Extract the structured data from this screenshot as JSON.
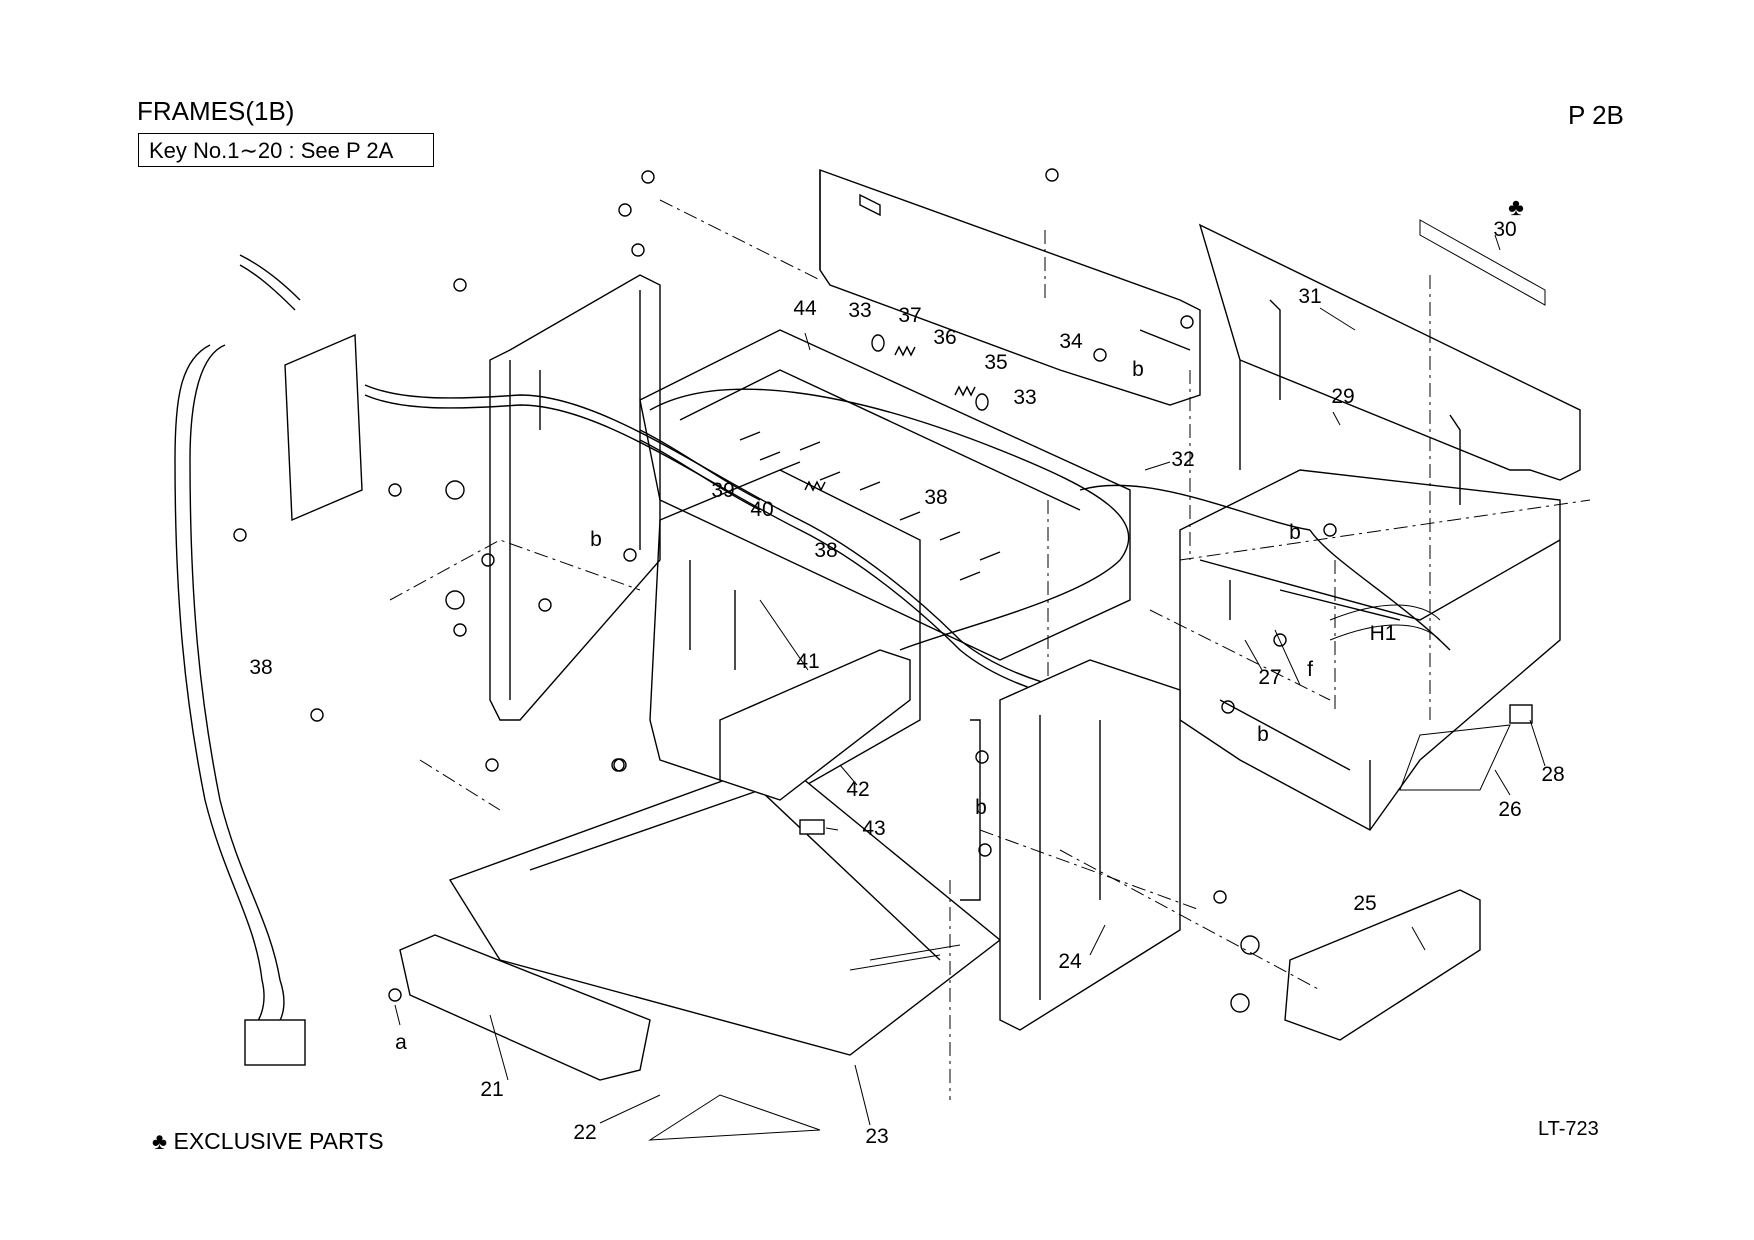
{
  "header": {
    "title": "FRAMES(1B)",
    "key_note": "Key No.1∼20 : See P 2A",
    "page_ref": "P 2B"
  },
  "footer": {
    "legend_symbol": "♣",
    "legend_text": "EXCLUSIVE PARTS",
    "doc_code": "LT-723"
  },
  "marker_symbol": "♣",
  "callouts": {
    "c21": "21",
    "c22": "22",
    "c23": "23",
    "c24": "24",
    "c25": "25",
    "c26": "26",
    "c27": "27",
    "c28": "28",
    "c29": "29",
    "c30": "30",
    "c31": "31",
    "c32": "32",
    "c33a": "33",
    "c33b": "33",
    "c34": "34",
    "c35": "35",
    "c36": "36",
    "c37": "37",
    "c38a": "38",
    "c38b": "38",
    "c38c": "38",
    "c39": "39",
    "c40": "40",
    "c41": "41",
    "c42": "42",
    "c43": "43",
    "c44": "44",
    "cH1": "H1",
    "ca": "a",
    "cb1": "b",
    "cb2": "b",
    "cb3": "b",
    "cb4": "b",
    "cb5": "b",
    "cf": "f"
  }
}
